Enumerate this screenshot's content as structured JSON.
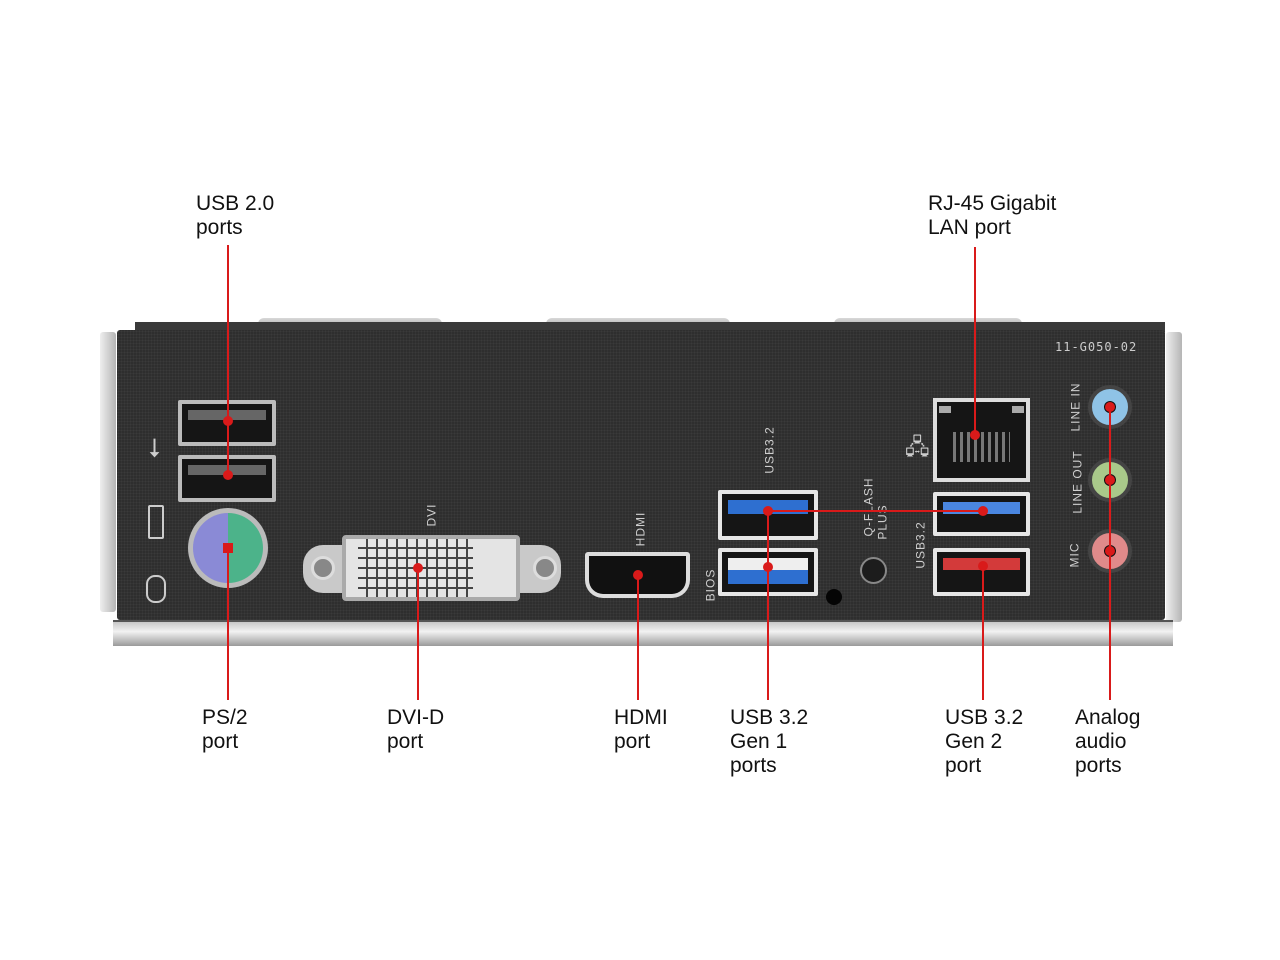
{
  "callouts": {
    "usb20": "USB 2.0\nports",
    "rj45": "RJ-45 Gigabit\nLAN port",
    "ps2": "PS/2\nport",
    "dvi": "DVI-D\nport",
    "hdmi": "HDMI\nport",
    "usb32_gen1": "USB 3.2\nGen 1\nports",
    "usb32_gen2": "USB 3.2\nGen 2\nport",
    "audio": "Analog\naudio\nports"
  },
  "panel_markings": {
    "part_number": "11-G050-02",
    "dvi": "DVI",
    "hdmi": "HDMI",
    "usb32_left": "USB3.2",
    "usb32_right": "USB3.2",
    "bios": "BIOS",
    "qflash": "Q-FLASH",
    "qflash_plus": "PLUS",
    "line_in": "LINE IN",
    "line_out": "LINE OUT",
    "mic": "MIC"
  },
  "colors": {
    "callout": "#d91a1a",
    "usb3_blue": "#2e6fd0",
    "usb3_red": "#d33a3a",
    "line_in": "#8fc3e6",
    "line_out": "#a9c98a",
    "mic": "#e08a8a",
    "ps2_mouse": "#8a8ad6",
    "ps2_kb": "#4cb38a"
  }
}
